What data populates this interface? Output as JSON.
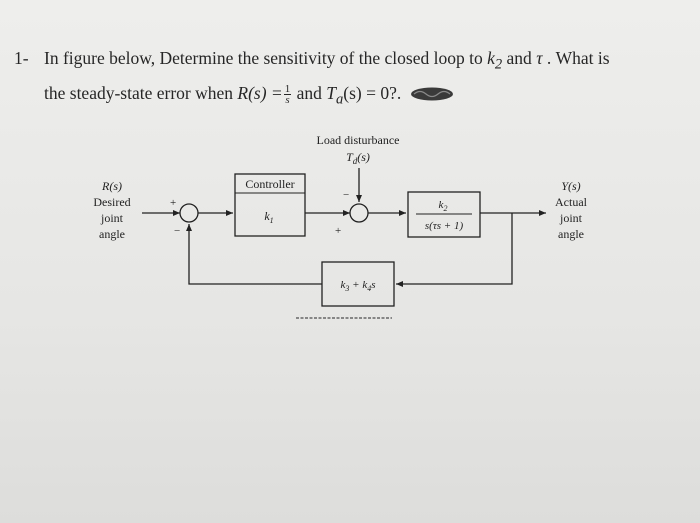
{
  "question": {
    "number": "1-",
    "line1_pre": "In figure below, Determine the sensitivity of the closed loop to ",
    "k": "k",
    "k_sub": "2",
    "line1_mid": " and ",
    "tau": "τ",
    "line1_post": " . What is",
    "line2_pre": "the steady-state error when ",
    "R_expr": "R(s) =",
    "frac_num": "1",
    "frac_den": "s",
    "line2_mid": " and ",
    "T_expr": "T",
    "T_sub": "a",
    "T_rest": "(s)  =  0?."
  },
  "diagram": {
    "load_disturbance": "Load disturbance",
    "td": "T",
    "td_sub": "d",
    "td_rest": "(s)",
    "input_label": [
      "R(s)",
      "Desired",
      "joint",
      "angle"
    ],
    "output_label": [
      "Y(s)",
      "Actual",
      "joint",
      "angle"
    ],
    "controller_title": "Controller",
    "controller_gain": "k",
    "controller_gain_sub": "1",
    "plant_num": "k",
    "plant_num_sub": "2",
    "plant_den": "s(τs + 1)",
    "feedback_k3": "k",
    "feedback_k3_sub": "3",
    "feedback_plus": " + k",
    "feedback_k4_sub": "4",
    "feedback_s": "s",
    "sign_plus": "+",
    "sign_minus": "−"
  }
}
